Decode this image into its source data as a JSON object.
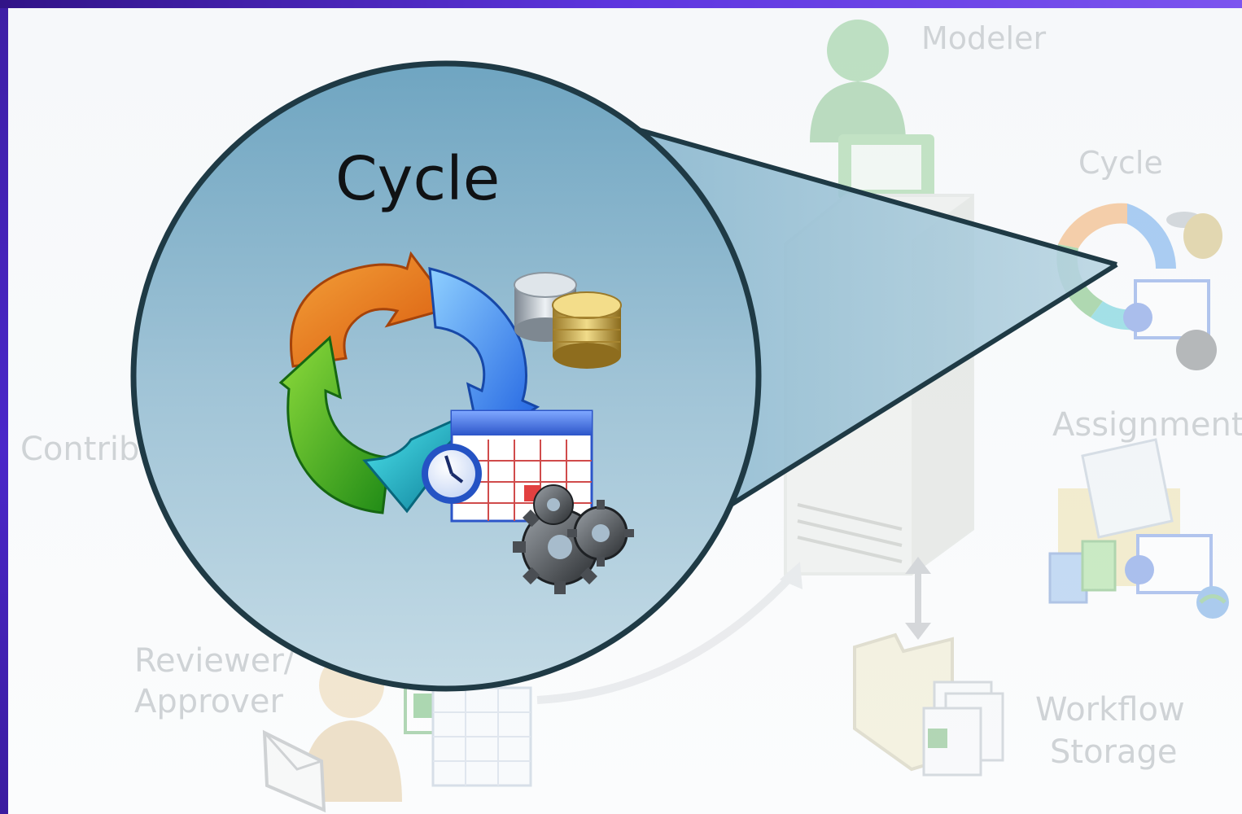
{
  "diagram": {
    "focus_title": "Cycle",
    "labels": {
      "modeler": "Modeler",
      "cycle": "Cycle",
      "assignment": "Assignment",
      "contributor": "Contribu",
      "reviewer_line1": "Reviewer/",
      "reviewer_line2": "Approver",
      "workflow_line1": "Workflow",
      "workflow_line2": "Storage"
    }
  },
  "colors": {
    "frame": "#4a21b8",
    "lens_fill": "#7fb0c8",
    "lens_stroke": "#1f3a45",
    "faded_text": "#cfd3d6"
  },
  "icons": [
    "modeler-user-icon",
    "cycle-arrows-icon",
    "coins-icon",
    "calendar-icon",
    "clock-icon",
    "gears-icon",
    "server-icon",
    "folder-icon",
    "spreadsheet-icon",
    "envelope-icon",
    "globe-icon"
  ]
}
